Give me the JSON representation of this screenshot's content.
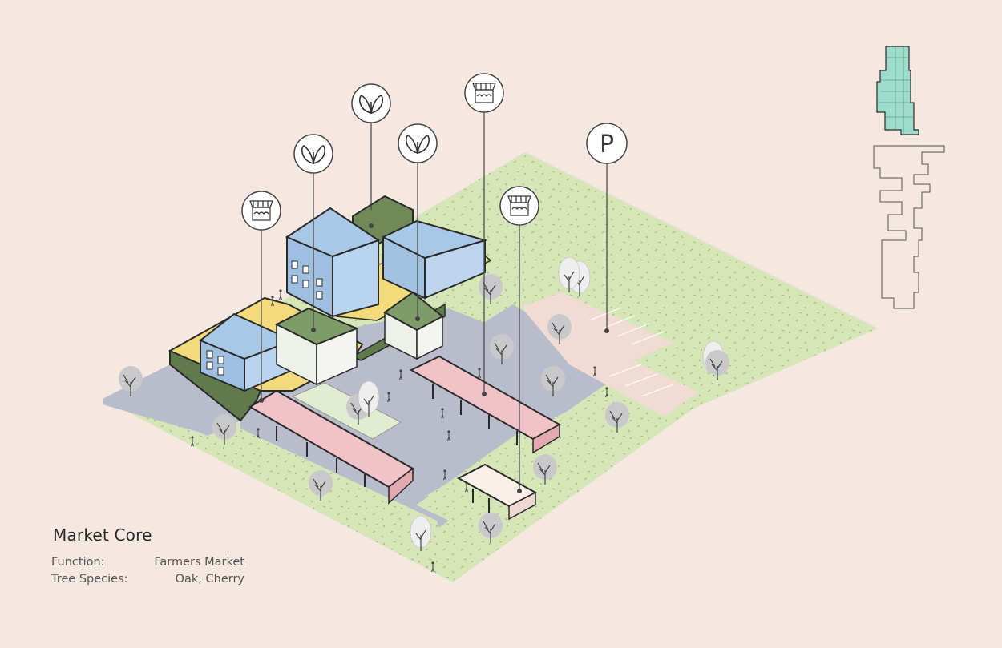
{
  "legend": {
    "title": "Market Core",
    "rows": [
      {
        "label": "Function:",
        "value": "Farmers Market"
      },
      {
        "label": "Tree Species:",
        "value": "Oak, Cherry"
      }
    ]
  },
  "markers": [
    {
      "icon": "market-stall-icon"
    },
    {
      "icon": "leaf-icon"
    },
    {
      "icon": "leaf-icon"
    },
    {
      "icon": "leaf-icon"
    },
    {
      "icon": "market-stall-icon"
    },
    {
      "icon": "market-stall-icon"
    },
    {
      "icon": "parking-icon",
      "text": "P"
    }
  ],
  "colors": {
    "background": "#f4e8e1",
    "grass": "#d6e6b8",
    "paving": "#b9bcca",
    "building_blue": "#a9c8e6",
    "green_roof": "#7e9c6a",
    "yellow_courtyard": "#f3db7c",
    "pink_canopy": "#efc3c8",
    "key_map": "#9fdccc"
  }
}
